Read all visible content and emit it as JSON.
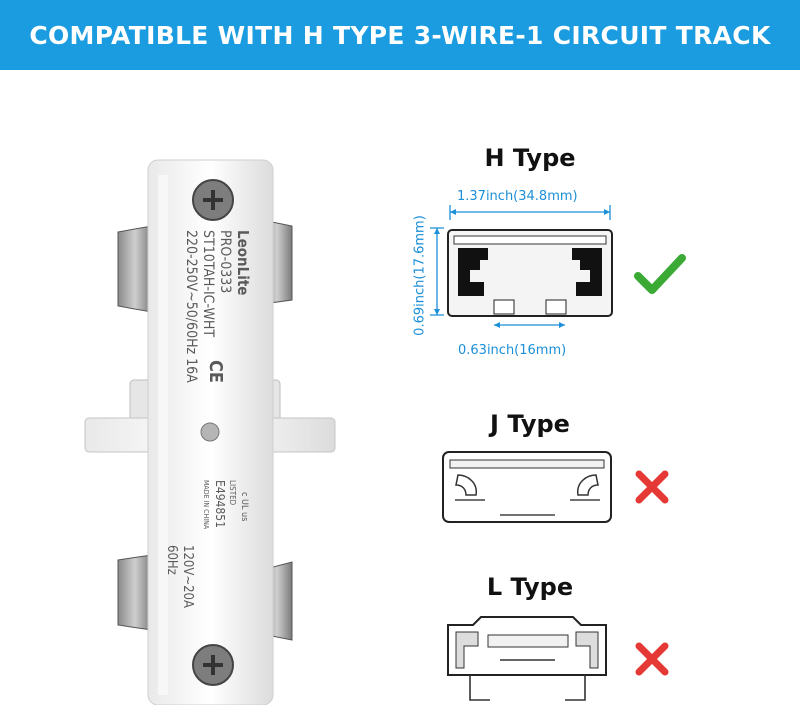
{
  "banner": {
    "title": "COMPATIBLE WITH H TYPE 3-WIRE-1 CIRCUIT TRACK"
  },
  "connector": {
    "brand": "LeonLite",
    "model": "PRO-0333",
    "sku": "ST10TAH-IC-WHT",
    "rating": "220-250V~50/60Hz 16A",
    "listing_top": "c UL us",
    "listed": "LISTED",
    "file_no": "E494851",
    "made_in": "MADE IN CHINA",
    "voltage": "120V~20A",
    "freq": "60Hz"
  },
  "tracks": [
    {
      "label": "H Type",
      "compatible": true,
      "status_icon": "check-icon",
      "color": "#3aaa35"
    },
    {
      "label": "J Type",
      "compatible": false,
      "status_icon": "cross-icon",
      "color": "#e53935"
    },
    {
      "label": "L Type",
      "compatible": false,
      "status_icon": "cross-icon",
      "color": "#e53935"
    }
  ],
  "dimensions": {
    "width": "1.37inch(34.8mm)",
    "height": "0.69inch(17.6mm)",
    "slot": "0.63inch(16mm)"
  }
}
